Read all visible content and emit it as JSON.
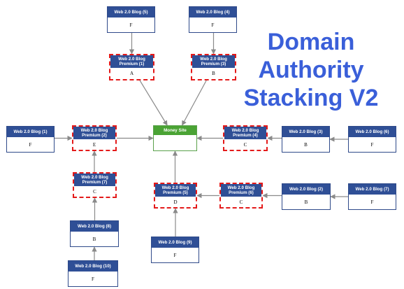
{
  "title": {
    "line1": "Domain",
    "line2": "Authority",
    "line3": "Stacking V2",
    "color": "#3a5fd9"
  },
  "nodes": {
    "money": {
      "header": "Money Site",
      "label": ""
    },
    "blog5": {
      "header": "Web 2.0 Blog (5)",
      "label": "F"
    },
    "blog4": {
      "header": "Web 2.0 Blog (4)",
      "label": "F"
    },
    "prem1": {
      "header": "Web 2.0 Blog Premium (1)",
      "label": "A"
    },
    "prem3": {
      "header": "Web 2.0 Blog Premium (3)",
      "label": "B"
    },
    "blog1": {
      "header": "Web 2.0 Blog (1)",
      "label": "F"
    },
    "prem2": {
      "header": "Web 2.0 Blog Premium (2)",
      "label": "E"
    },
    "prem4": {
      "header": "Web 2.0 Blog Premium (4)",
      "label": "C"
    },
    "blog3": {
      "header": "Web 2.0 Blog (3)",
      "label": "B"
    },
    "blog6": {
      "header": "Web 2.0 Blog (6)",
      "label": "F"
    },
    "prem7": {
      "header": "Web 2.0 Blog Premium (7)",
      "label": "C"
    },
    "prem5": {
      "header": "Web 2.0 Blog Premium (5)",
      "label": "D"
    },
    "prem6": {
      "header": "Web 2.0 Blog Premium (6)",
      "label": "C"
    },
    "blog2": {
      "header": "Web 2.0 Blog (2)",
      "label": "B"
    },
    "blog7": {
      "header": "Web 2.0 Blog (7)",
      "label": "F"
    },
    "blog8": {
      "header": "Web 2.0 Blog (8)",
      "label": "B"
    },
    "blog9": {
      "header": "Web 2.0 Blog (9)",
      "label": "F"
    },
    "blog10": {
      "header": "Web 2.0 Blog (10)",
      "label": "F"
    }
  },
  "edges": [
    [
      "blog5",
      "prem1"
    ],
    [
      "blog4",
      "prem3"
    ],
    [
      "prem1",
      "money"
    ],
    [
      "prem3",
      "money"
    ],
    [
      "blog1",
      "prem2"
    ],
    [
      "prem2",
      "money"
    ],
    [
      "blog6",
      "blog3"
    ],
    [
      "blog3",
      "prem4"
    ],
    [
      "prem4",
      "money"
    ],
    [
      "prem7",
      "prem2"
    ],
    [
      "blog8",
      "prem7"
    ],
    [
      "blog10",
      "blog8"
    ],
    [
      "prem5",
      "money"
    ],
    [
      "blog9",
      "prem5"
    ],
    [
      "prem6",
      "prem5"
    ],
    [
      "blog2",
      "prem6"
    ],
    [
      "blog7",
      "blog2"
    ]
  ],
  "colors": {
    "header_blue": "#2f4f96",
    "premium_border": "#e41a1a",
    "money_green": "#4aa334",
    "edge_gray": "#8a8a8a"
  }
}
